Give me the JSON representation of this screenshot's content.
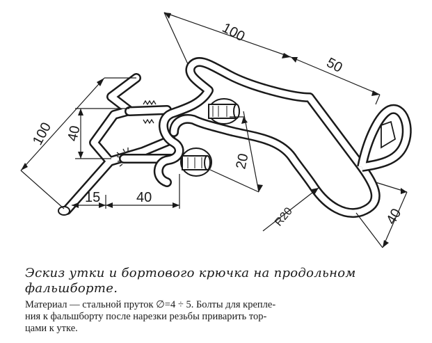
{
  "dimensions": {
    "d100_left": "100",
    "d40_left": "40",
    "d15": "15",
    "d40_bottom": "40",
    "d100_top": "100",
    "d50": "50",
    "d20": "20",
    "r20": "R20",
    "d40_right": "40"
  },
  "title": {
    "line1": "Эскиз утки и бортового крючка на продольном",
    "line2": "фальшборте."
  },
  "caption": {
    "line1": "Материал — стальной пруток ∅=4 ÷ 5.  Болты для крепле-",
    "line2": "ния к фальшборту после нарезки резьбы приварить тор-",
    "line3": "цами к утке."
  }
}
